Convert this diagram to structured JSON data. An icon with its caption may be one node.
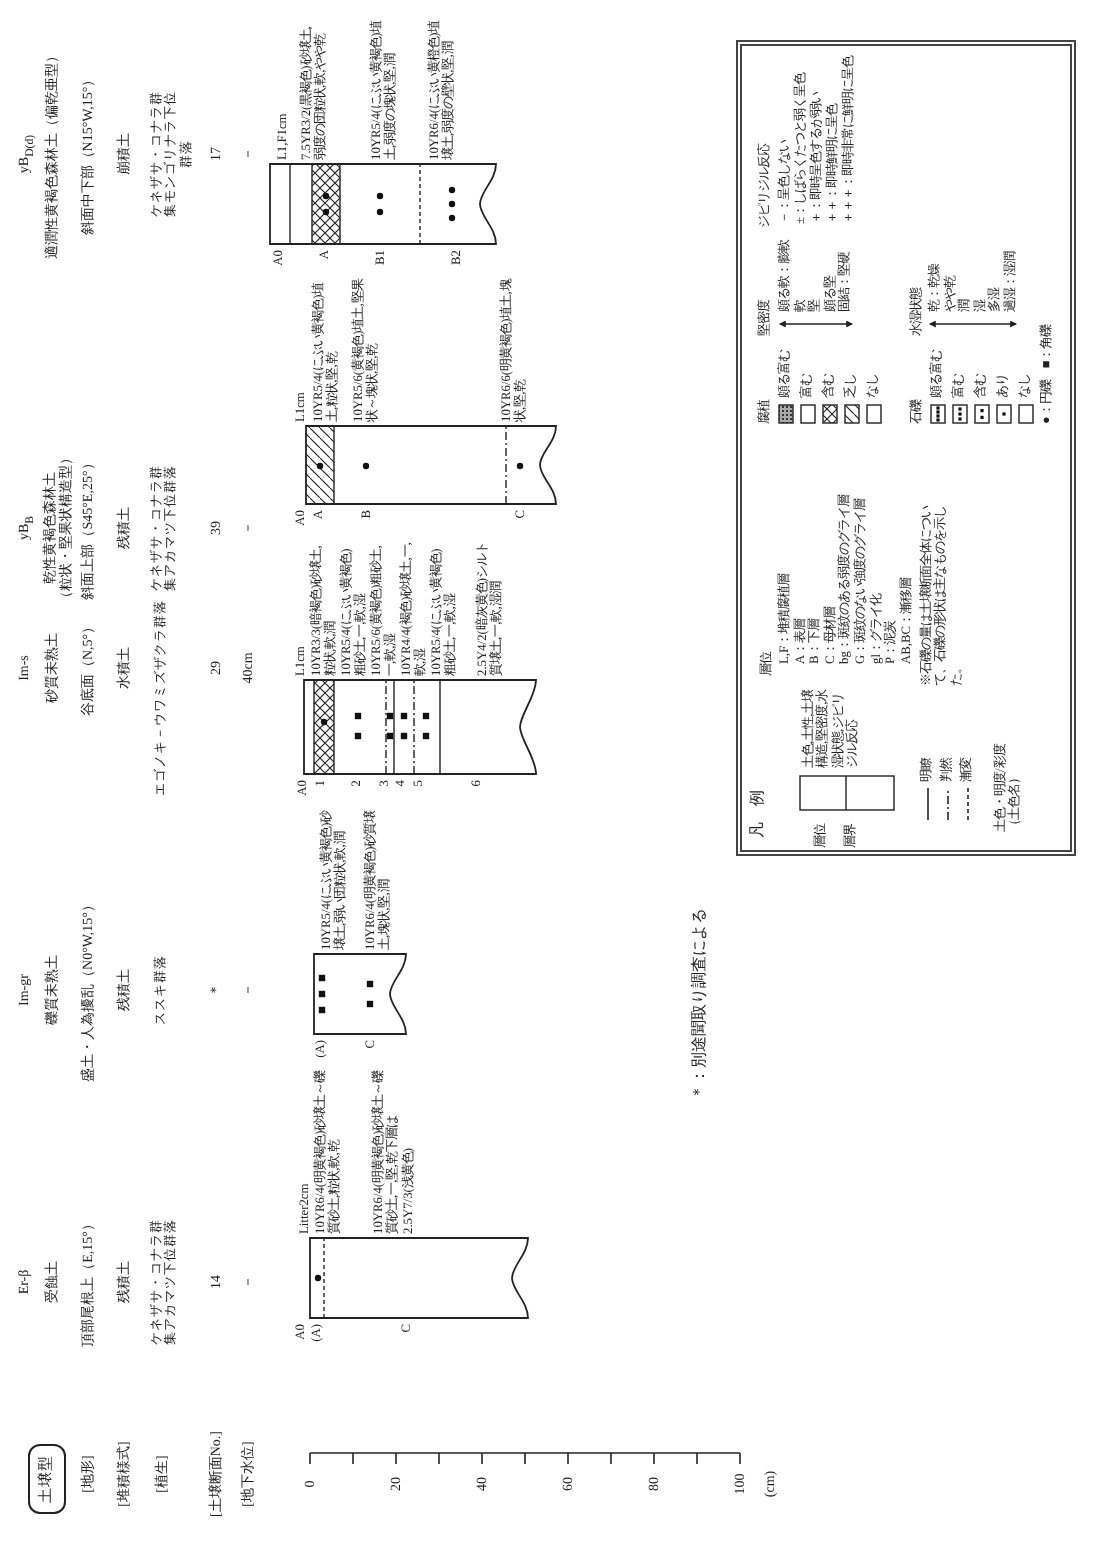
{
  "diagram": {
    "nodes": [
      {
        "text": [
          "土壌型"
        ]
      },
      {
        "text": [
          "凡　例"
        ]
      }
    ],
    "labels": [
      "[地形]",
      "[堆積様式]",
      "[植生]",
      "[土壌断面No.]",
      "[地下水位]",
      "Er-β",
      "受蝕土",
      "頂部尾根上（E,15°）",
      "残積土",
      "ケネザサ・コナラ群集アカマツ下位群落",
      "14",
      "－",
      "Im-gr",
      "礫質未熟土",
      "盛土・人為擾乱（N0°W,15°）",
      "残積土",
      "ススキ群落",
      "＊",
      "－",
      "Im-s",
      "砂質未熟土",
      "谷底面（N,5°）",
      "水積土",
      "エゴノキ－ウワミズザクラ群落",
      "29",
      "40cm",
      "yB$_{B}$",
      "乾性黄褐色森林土（粒状・堅果状構造型）",
      "斜面上部（S45°E,25°）",
      "残積土",
      "ケネザサ・コナラ群集アカマツ下位群落",
      "39",
      "－",
      "yB$_{D(d)}$",
      "適潤性黄褐色森林土（偏乾亜型）",
      "斜面中下部（N15°W,15°）",
      "崩積土",
      "ケネザサ・コナラ群集モンゴリナラ下位群落",
      "17",
      "－",
      "0",
      "20",
      "40",
      "60",
      "80",
      "100",
      "(cm)",
      "A0",
      "(A)",
      "C",
      "Litter2cm",
      "10YR6/4(明黄褐色)砂壌土～礫質砂土,粒状,軟,乾",
      "10YR6/4(明黄褐色)砂壌土～礫質砂土,一,堅,乾下層は2.5Y7/3(浅黄色)",
      "(A)",
      "C",
      "10YR5/4(にぶい黄褐色)砂壌土,弱い団粒状,軟,潤",
      "10YR6/4(明黄褐色)砂質壌土,塊状,堅,潤",
      "A0",
      "1",
      "2",
      "3",
      "4",
      "5",
      "6",
      "L1cm",
      "10YR3/3(暗褐色)砂壌土,粒状,軟,潤",
      "10YR5/4(にぶい黄褐色)粗砂土,一,軟,湿",
      "10YR5/6(黄褐色)粗砂土,一,軟,湿",
      "10YR4/4(褐色)砂壌土,一,軟,湿",
      "10YR5/4(にぶい黄褐色)粗砂土,一,軟,湿",
      "2.5Y4/2(暗灰黄色)シルト質壌土,一,軟,湿潤",
      "A0",
      "A",
      "B",
      "C",
      "L1cm",
      "10YR5/4(にぶい黄褐色)埴土,粒状,堅,乾",
      "10YR5/6(黄褐色)埴土,堅果状～塊状,堅,乾",
      "10YR6/6(明黄褐色)埴土,塊状,堅,乾",
      "A0",
      "A",
      "B1",
      "B2",
      "L1,F1cm",
      "7.5YR3/2(黒褐色)砂壌土,弱度の団粒状,軟,やや乾",
      "10YR5/4(にぶい黄褐色)埴土,弱度の塊状,堅,潤",
      "10YR6/4(にぶい黄橙色)埴壌土,弱度の壁状,堅,潤",
      "＊：別途聞取り調査による",
      "土色,土性,土壌構造,堅密度,水湿状態,ジピリジル反応",
      "層位",
      "層界",
      "土色・明度/彩度（土色名）",
      "層位",
      "L,F：堆積腐植層",
      "A：表層",
      "B：下層",
      "C：母材層",
      "bg：斑紋のある弱度のグライ層",
      "G：斑紋のない強度のグライ層",
      "gl：グライ化",
      "P：泥炭",
      "AB,BC：漸移層",
      "※石礫の量は土壌断面全体について、石礫の形状は主なものを示した。",
      "腐植",
      "石礫",
      "●：円礫　■：角礫",
      "堅密度",
      "頗る軟：膨軟",
      "軟",
      "堅",
      "頗る堅",
      "固結：堅硬",
      "水湿状態",
      "乾：乾燥",
      "やや乾",
      "潤",
      "湿",
      "多湿",
      "過湿：湿潤",
      "ジピリジル反応",
      "－：呈色しない",
      "±：しばらくたつと弱く呈色",
      "＋：即時呈色するが弱い",
      "＋＋：即時鮮明に呈色",
      "＋＋＋：即時非常に鮮明に呈色"
    ],
    "legend": [
      {
        "text": "明瞭"
      },
      {
        "text": "判然"
      },
      {
        "text": "漸変"
      },
      {
        "text": "頗る富む"
      },
      {
        "text": "富む"
      },
      {
        "text": "含む"
      },
      {
        "text": "乏し"
      },
      {
        "text": "なし"
      },
      {
        "text": "頗る富む"
      },
      {
        "text": "富む"
      },
      {
        "text": "含む"
      },
      {
        "text": "あり"
      },
      {
        "text": "なし"
      }
    ]
  }
}
